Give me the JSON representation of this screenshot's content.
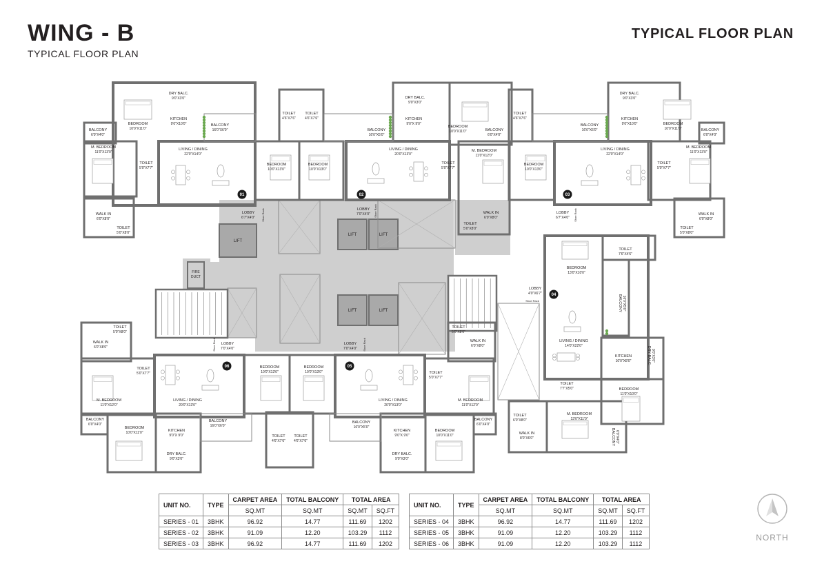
{
  "header": {
    "wing_title": "WING - B",
    "wing_subtitle": "TYPICAL FLOOR PLAN",
    "page_title": "TYPICAL FLOOR PLAN"
  },
  "north": {
    "label": "NORTH",
    "icon": "north-arrow-icon"
  },
  "colors": {
    "wall": "#6f6f6f",
    "core": "#cfcfcf",
    "lift": "#a9a9a9",
    "line": "#8a8a8a",
    "text": "#231f20"
  },
  "units": [
    {
      "id": "01",
      "living": "LIVING / DINING",
      "living_size": "22'0\"X14'0\""
    },
    {
      "id": "02",
      "living": "LIVING / DINING",
      "living_size": "20'0\"X13'0\""
    },
    {
      "id": "03",
      "living": "LIVING / DINING",
      "living_size": "22'0\"X14'0\""
    },
    {
      "id": "04",
      "living": "LIVING / DINING",
      "living_size": "14'0\"X22'0\""
    },
    {
      "id": "05",
      "living": "LIVING / DINING",
      "living_size": "20'0\"X13'0\""
    },
    {
      "id": "06",
      "living": "LIVING / DINING",
      "living_size": "20'0\"X13'0\""
    }
  ],
  "rooms": {
    "balcony": "BALCONY",
    "bedroom": "BEDROOM",
    "m_bedroom": "M. BEDROOM",
    "kitchen": "KITCHEN",
    "toilet": "TOILET",
    "walk_in": "WALK IN",
    "dry_balc": "DRY BALC.",
    "lobby": "LOBBY",
    "lift": "LIFT",
    "fire_duct": "FIRE DUCT",
    "shoe_rack": "Shoe Rack"
  },
  "sizes": {
    "balcony_small": "6'0\"X4'0\"",
    "balcony_unit1": "16'0\"X6'0\"",
    "balcony_unit2": "16'0\"X5'0\"",
    "bedroom_a": "10'0\"X11'0\"",
    "bedroom_b": "10'0\"X13'0\"",
    "bedroom_c": "13'0\"X10'0\"",
    "bedroom_d": "11'0\"X10'0\"",
    "m_bedroom_a": "11'0\"X13'0\"",
    "m_bedroom_b": "11'0\"X12'0\"",
    "m_bedroom_c": "13'0\"X11'0\"",
    "kitchen_a": "9'0\"X10'0\"",
    "kitchen_b": "9'0\"X 9'0\"",
    "kitchen_c": "10'0\"X8'0\"",
    "toilet_a": "5'0\"X7'7\"",
    "toilet_b": "4'6\"X7'6\"",
    "toilet_c": "5'0\"X8'0\"",
    "toilet_d": "7'6\"X4'6\"",
    "toilet_e": "7'7\"X5'0\"",
    "walk_in_a": "6'0\"X8'0\"",
    "walk_in_b": "8'0\"X6'0\"",
    "dry_balc_a": "9'0\"X3'0\"",
    "lobby_a": "6'7\"X4'0\"",
    "lobby_b": "7'0\"X4'0\"",
    "lobby_c": "4'0\"X6'7\"",
    "balcony_vert": "16'0\"X5'0\""
  },
  "table_headers": {
    "unit_no": "UNIT NO.",
    "type": "TYPE",
    "carpet_area": "CARPET AREA",
    "total_balcony": "TOTAL BALCONY",
    "total_area": "TOTAL AREA",
    "sq_mt": "SQ.MT",
    "sq_ft": "SQ.FT"
  },
  "table_left": [
    {
      "unit": "SERIES - 01",
      "type": "3BHK",
      "carpet": "96.92",
      "balcony": "14.77",
      "area_mt": "111.69",
      "area_ft": "1202"
    },
    {
      "unit": "SERIES - 02",
      "type": "3BHK",
      "carpet": "91.09",
      "balcony": "12.20",
      "area_mt": "103.29",
      "area_ft": "1112"
    },
    {
      "unit": "SERIES - 03",
      "type": "3BHK",
      "carpet": "96.92",
      "balcony": "14.77",
      "area_mt": "111.69",
      "area_ft": "1202"
    }
  ],
  "table_right": [
    {
      "unit": "SERIES - 04",
      "type": "3BHK",
      "carpet": "96.92",
      "balcony": "14.77",
      "area_mt": "111.69",
      "area_ft": "1202"
    },
    {
      "unit": "SERIES - 05",
      "type": "3BHK",
      "carpet": "91.09",
      "balcony": "12.20",
      "area_mt": "103.29",
      "area_ft": "1112"
    },
    {
      "unit": "SERIES - 06",
      "type": "3BHK",
      "carpet": "91.09",
      "balcony": "12.20",
      "area_mt": "103.29",
      "area_ft": "1112"
    }
  ]
}
